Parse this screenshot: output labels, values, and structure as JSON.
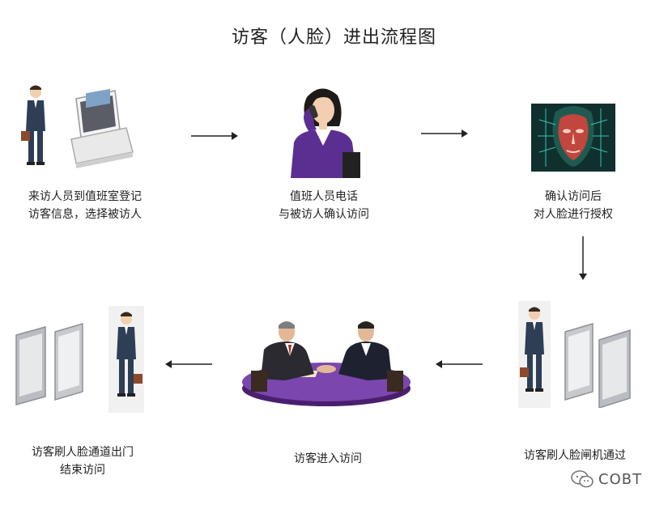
{
  "title": "访客（人脸）进出流程图",
  "steps": [
    {
      "line1": "来访人员到值班室登记",
      "line2": "访客信息，选择被访人",
      "image_icon": "visitor-at-kiosk-icon"
    },
    {
      "line1": "值班人员电话",
      "line2": "与被访人确认访问",
      "image_icon": "operator-on-phone-icon"
    },
    {
      "line1": "确认访问后",
      "line2": "对人脸进行授权",
      "image_icon": "face-scan-icon"
    },
    {
      "line1": "访客刷人脸闸机通过",
      "line2": "",
      "image_icon": "visitor-at-gate-icon"
    },
    {
      "line1": "访客进入访问",
      "line2": "",
      "image_icon": "meeting-table-icon"
    },
    {
      "line1": "访客刷人脸通道出门",
      "line2": "结束访问",
      "image_icon": "exit-gate-icon"
    }
  ],
  "watermark": {
    "text": "COBT",
    "icon": "wechat-icon"
  },
  "colors": {
    "suit": "#2d3e55",
    "purple": "#6b3a9e",
    "gate": "#b9bcc1",
    "arrow": "#222222",
    "face_bg": "#10302e",
    "face_glow": "#38e0c8"
  }
}
